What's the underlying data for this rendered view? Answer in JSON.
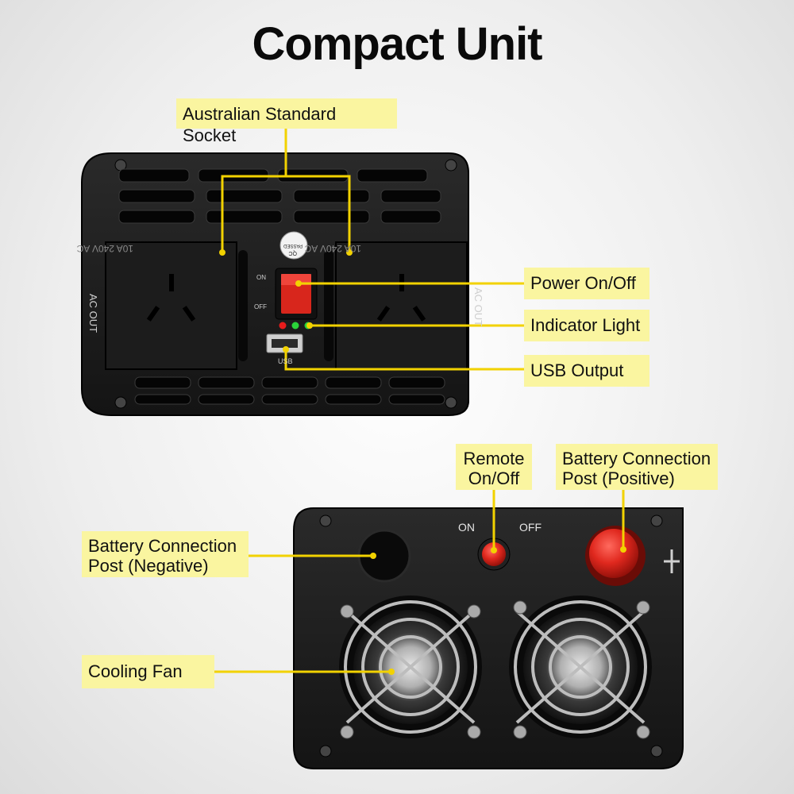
{
  "title": "Compact Unit",
  "labels": {
    "australian_socket": "Australian Standard Socket",
    "power_onoff": "Power On/Off",
    "indicator_light": "Indicator Light",
    "usb_output": "USB Output",
    "remote_line1": "Remote",
    "remote_line2": "On/Off",
    "positive_line1": "Battery Connection",
    "positive_line2": "Post (Positive)",
    "negative_line1": "Battery Connection",
    "negative_line2": "Post (Negative)",
    "cooling_fan": "Cooling Fan"
  },
  "front_panel": {
    "ac_out_left": "AC  OUT",
    "ac_out_right": "AC  OUT",
    "socket_rating": "10A 240V AC",
    "switch_on": "ON",
    "switch_off": "OFF",
    "usb": "USB",
    "qc_sticker_line1": "QC",
    "qc_sticker_line2": "PASSED"
  },
  "rear_panel": {
    "remote_on": "ON",
    "remote_off": "OFF",
    "plus_sign": "+"
  },
  "colors": {
    "label_bg": "#faf5a0",
    "leader_line": "#f2d200",
    "switch_red": "#d8261c",
    "terminal_red": "#e0281e"
  }
}
